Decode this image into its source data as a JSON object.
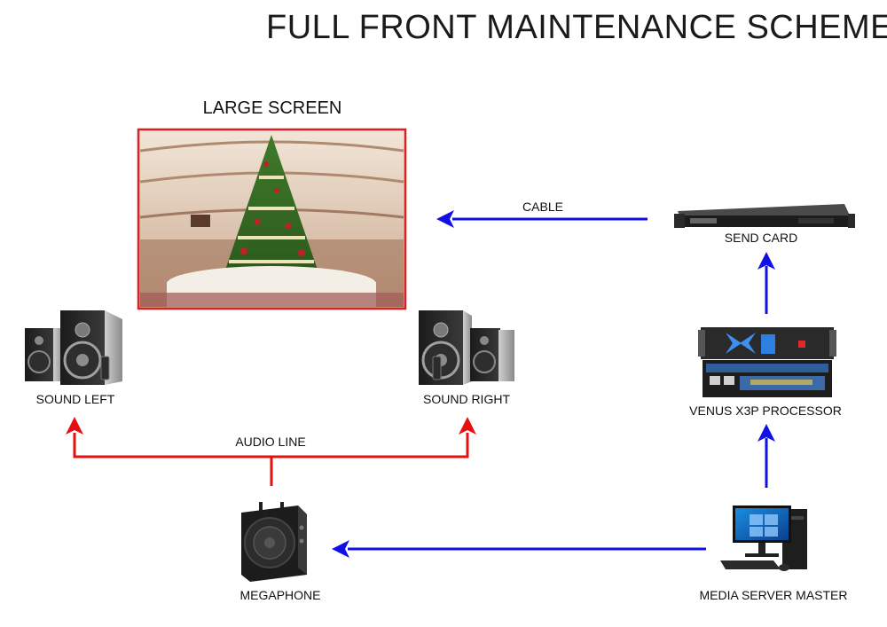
{
  "title": "FULL FRONT MAINTENANCE SCHEME",
  "colors": {
    "signal": "#1010e6",
    "audio": "#e61010",
    "screen_border": "#e02020"
  },
  "nodes": {
    "screen": {
      "label": "LARGE SCREEN",
      "icon": "led-screen-icon"
    },
    "send_card": {
      "label": "SEND CARD",
      "icon": "send-card-icon"
    },
    "processor": {
      "label": "VENUS X3P PROCESSOR",
      "icon": "video-processor-icon"
    },
    "server": {
      "label": "MEDIA SERVER MASTER",
      "icon": "computer-icon"
    },
    "megaphone": {
      "label": "MEGAPHONE",
      "icon": "megaphone-icon"
    },
    "sound_left": {
      "label": "SOUND LEFT",
      "icon": "speaker-icon"
    },
    "sound_right": {
      "label": "SOUND RIGHT",
      "icon": "speaker-icon"
    }
  },
  "edges": {
    "cable": {
      "label": "CABLE"
    },
    "audio_line": {
      "label": "AUDIO LINE"
    }
  }
}
